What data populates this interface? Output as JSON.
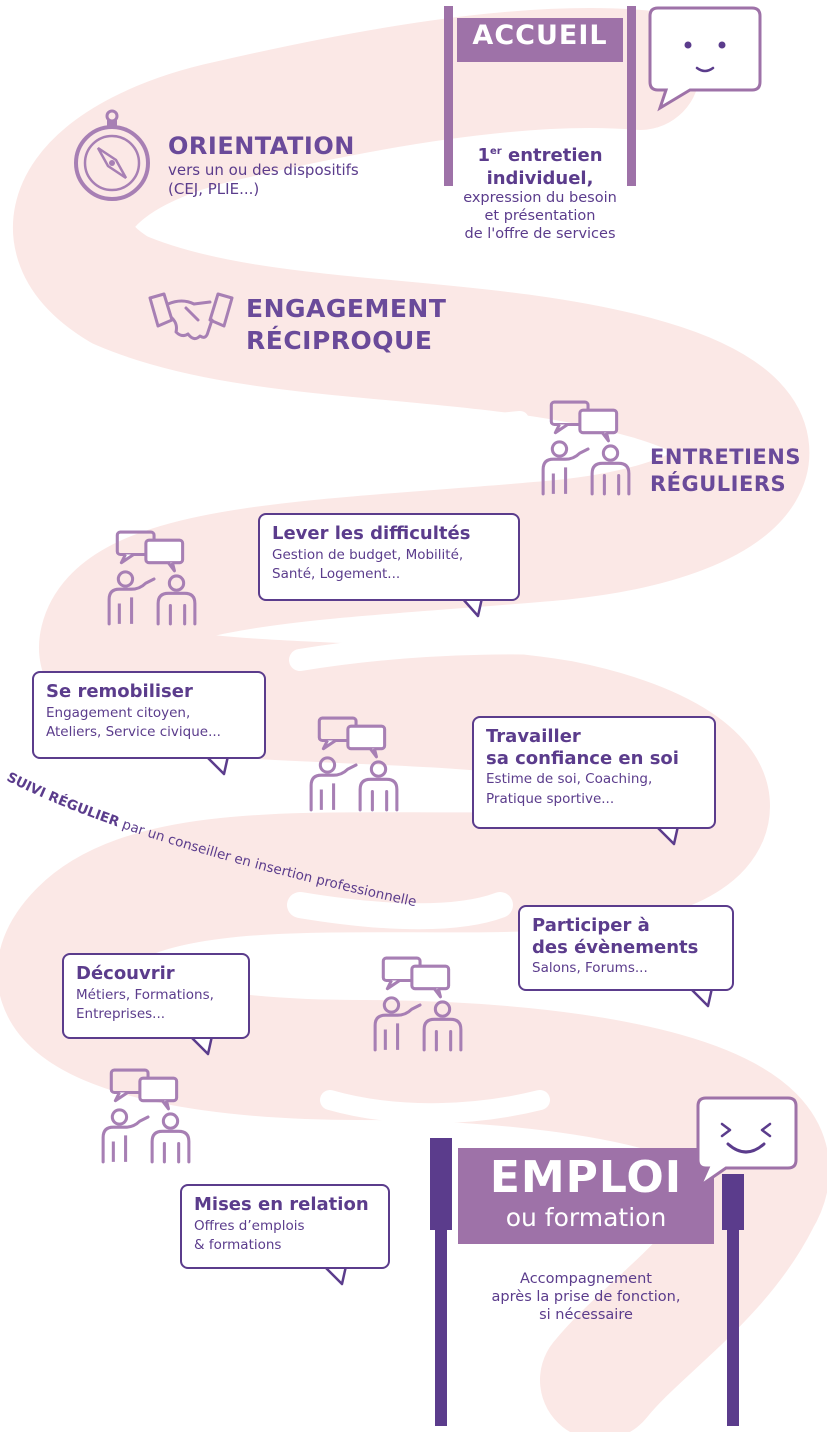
{
  "accueil": {
    "sign_label": "ACCUEIL",
    "step1_sup": "er",
    "step1_num": "1",
    "step1_rest": " entretien",
    "step1_line2": "individuel,",
    "step1_desc": [
      "expression du besoin",
      "et présentation",
      "de l'offre de services"
    ]
  },
  "orientation": {
    "title": "ORIENTATION",
    "lines": [
      "vers un ou des dispositifs",
      "(CEJ, PLIE...)"
    ]
  },
  "engagement": {
    "lines": [
      "ENGAGEMENT",
      "RÉCIPROQUE"
    ]
  },
  "entretiens": {
    "lines": [
      "ENTRETIENS",
      "RÉGULIERS"
    ]
  },
  "bubbles": {
    "lever": {
      "title": "Lever les difficultés",
      "lines": [
        "Gestion de budget, Mobilité,",
        "Santé, Logement..."
      ]
    },
    "remobiliser": {
      "title": "Se remobiliser",
      "lines": [
        "Engagement citoyen,",
        "Ateliers, Service civique..."
      ]
    },
    "confiance": {
      "title_lines": [
        "Travailler",
        "sa confiance en soi"
      ],
      "lines": [
        "Estime de soi, Coaching,",
        "Pratique sportive..."
      ]
    },
    "participer": {
      "title_lines": [
        "Participer à",
        "des évènements"
      ],
      "lines": [
        "Salons, Forums..."
      ]
    },
    "decouvrir": {
      "title": "Découvrir",
      "lines": [
        "Métiers, Formations,",
        "Entreprises..."
      ]
    },
    "mises": {
      "title": "Mises en relation",
      "lines": [
        "Offres d’emplois",
        "& formations"
      ]
    }
  },
  "suivi": {
    "bold": "SUIVI RÉGULIER",
    "rest": " par un conseiller en insertion professionnelle"
  },
  "emploi": {
    "big": "EMPLOI",
    "small": "ou formation",
    "desc": [
      "Accompagnement",
      "après la prise de fonction,",
      "si nécessaire"
    ]
  },
  "colors": {
    "road": "#fbe8e6",
    "purple": "#5b3c8c",
    "mauve": "#9e72a8",
    "icon": "#a77fb4"
  }
}
